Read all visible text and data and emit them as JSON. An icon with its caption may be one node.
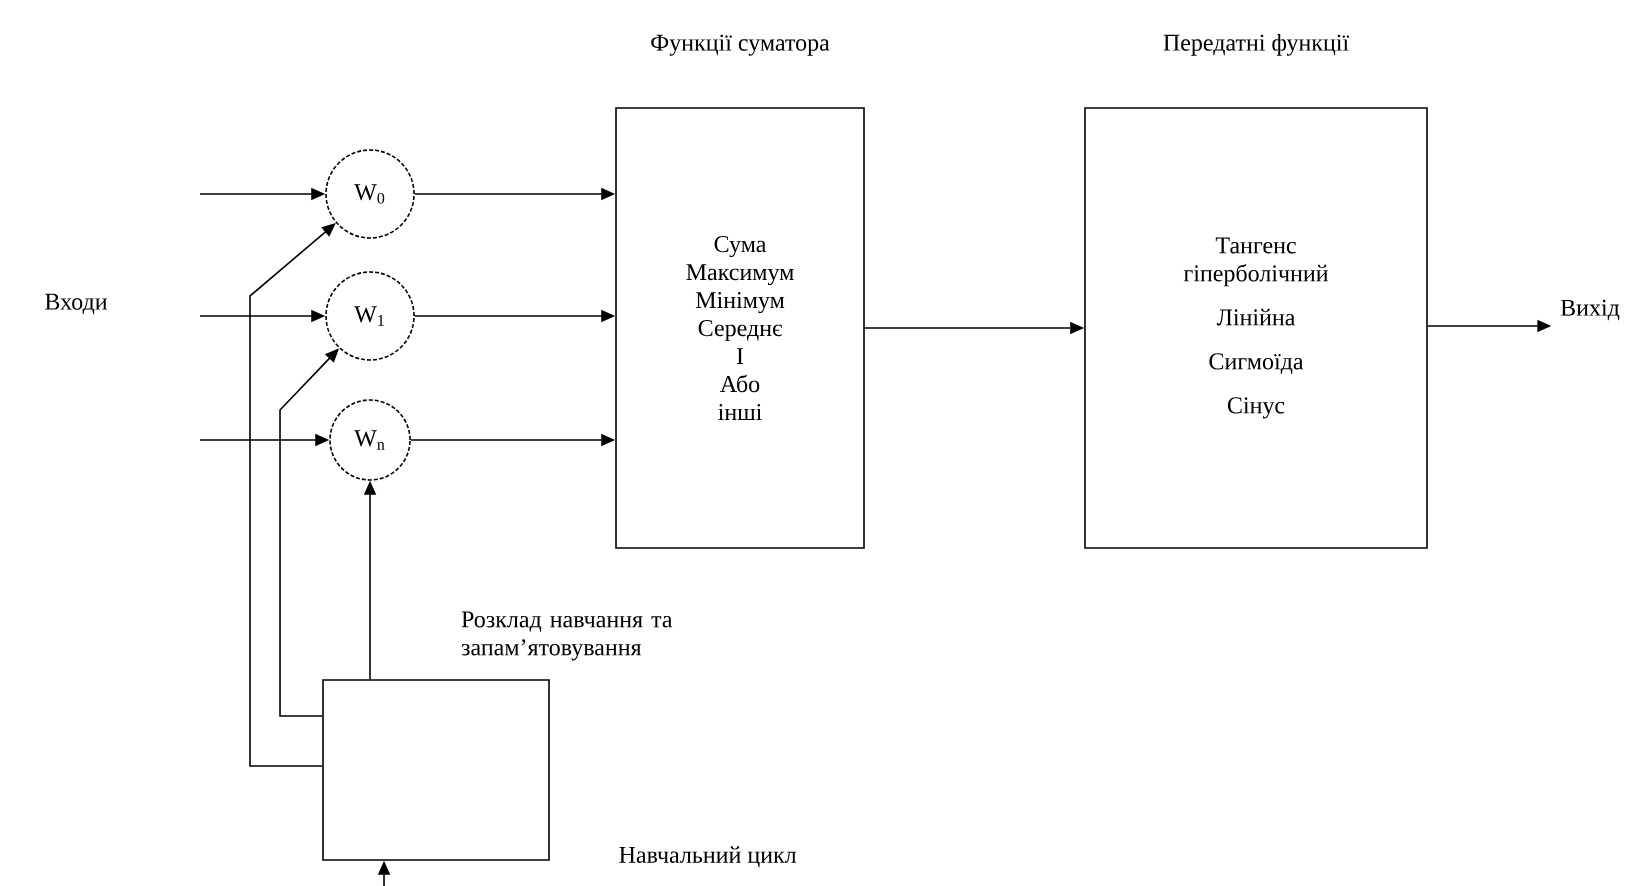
{
  "diagram": {
    "nodes": [
      {
        "text": [
          "W$_{0}$"
        ]
      },
      {
        "text": [
          "W$_{1}$"
        ]
      },
      {
        "text": [
          "W$_{n}$"
        ]
      },
      {
        "text": [
          "Функції суматора",
          "Сума",
          "Максимум",
          "Мінімум",
          "Середнє",
          "І",
          "Або",
          "інші"
        ]
      },
      {
        "text": [
          "Передатні функції",
          "Тангенс гіперболічний",
          "Лінійна",
          "Сигмоїда",
          "Сінус"
        ]
      },
      {
        "text": [
          "Вихід"
        ]
      },
      {
        "text": [],
        "shape": "box",
        "beside": [
          "Розклад навчання та запам’ятовування",
          "Навчальний цикл"
        ]
      }
    ],
    "edges": [
      {
        "from": null,
        "to": 0,
        "arrow": "to"
      },
      {
        "from": null,
        "to": 1,
        "arrow": "to"
      },
      {
        "from": null,
        "to": 2,
        "arrow": "to"
      },
      {
        "from": 0,
        "to": 3,
        "arrow": "to"
      },
      {
        "from": 1,
        "to": 3,
        "arrow": "to"
      },
      {
        "from": 2,
        "to": 3,
        "arrow": "to"
      },
      {
        "from": 3,
        "to": 4,
        "arrow": "to"
      },
      {
        "from": 4,
        "to": 5,
        "arrow": "to"
      },
      {
        "from": 6,
        "to": 2,
        "arrow": "to"
      },
      {
        "from": 6,
        "to": 0,
        "arrow": "to"
      },
      {
        "from": 6,
        "to": 1,
        "arrow": "to"
      },
      {
        "from": null,
        "to": 6,
        "arrow": "to"
      }
    ],
    "labels": [
      "Входи"
    ]
  }
}
